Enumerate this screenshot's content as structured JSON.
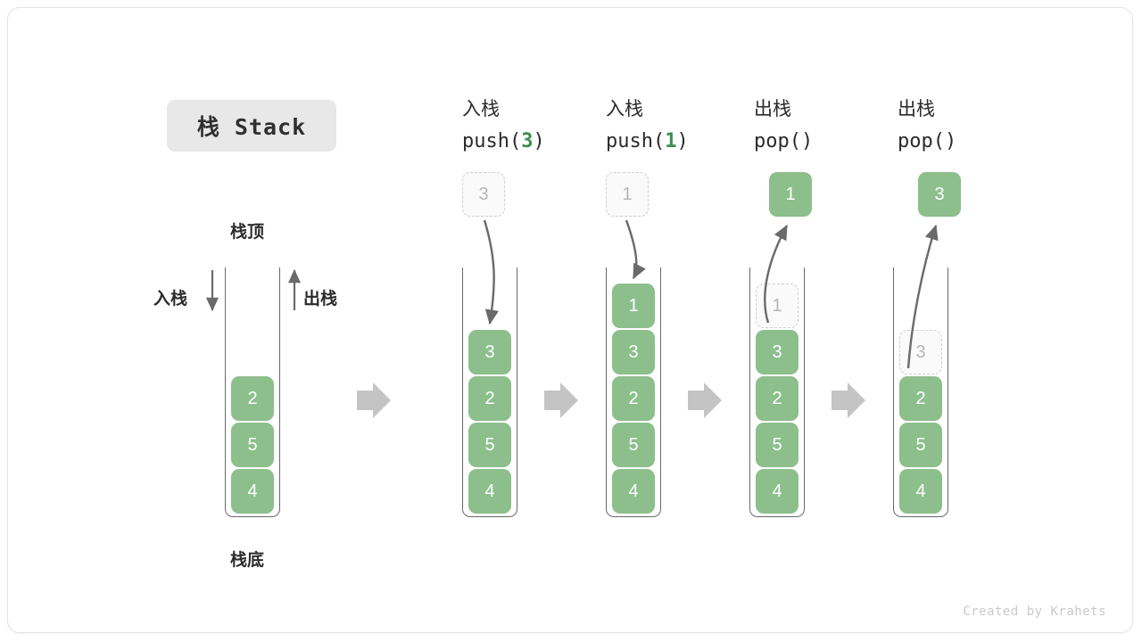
{
  "figure": {
    "title_badge": "栈 Stack",
    "watermark": "Created by Krahets",
    "accent_green": "#8cbf8c",
    "accent_green_text": "#3f8f4f",
    "ghost_gray": "#b6b6b6",
    "line_gray": "#6a6a6a",
    "chevron_gray": "#c4c4c4"
  },
  "base_stack": {
    "top_label": "栈顶",
    "bottom_label": "栈底",
    "push_label": "入栈",
    "pop_label": "出栈",
    "cells": [
      "2",
      "5",
      "4"
    ]
  },
  "steps": [
    {
      "head_cn": "入栈",
      "head_op_prefix": "push(",
      "head_op_arg": "3",
      "head_op_suffix": ")",
      "operation": "push",
      "float_box": {
        "value": "3",
        "style": "ghost"
      },
      "cells": [
        {
          "value": "3",
          "style": "filled"
        },
        {
          "value": "2",
          "style": "filled"
        },
        {
          "value": "5",
          "style": "filled"
        },
        {
          "value": "4",
          "style": "filled"
        }
      ]
    },
    {
      "head_cn": "入栈",
      "head_op_prefix": "push(",
      "head_op_arg": "1",
      "head_op_suffix": ")",
      "operation": "push",
      "float_box": {
        "value": "1",
        "style": "ghost"
      },
      "cells": [
        {
          "value": "1",
          "style": "filled"
        },
        {
          "value": "3",
          "style": "filled"
        },
        {
          "value": "2",
          "style": "filled"
        },
        {
          "value": "5",
          "style": "filled"
        },
        {
          "value": "4",
          "style": "filled"
        }
      ]
    },
    {
      "head_cn": "出栈",
      "head_op_prefix": "pop(",
      "head_op_arg": "",
      "head_op_suffix": ")",
      "operation": "pop",
      "float_box": {
        "value": "1",
        "style": "filled"
      },
      "cells": [
        {
          "value": "1",
          "style": "ghost"
        },
        {
          "value": "3",
          "style": "filled"
        },
        {
          "value": "2",
          "style": "filled"
        },
        {
          "value": "5",
          "style": "filled"
        },
        {
          "value": "4",
          "style": "filled"
        }
      ]
    },
    {
      "head_cn": "出栈",
      "head_op_prefix": "pop(",
      "head_op_arg": "",
      "head_op_suffix": ")",
      "operation": "pop",
      "float_box": {
        "value": "3",
        "style": "filled"
      },
      "cells": [
        {
          "value": "3",
          "style": "ghost"
        },
        {
          "value": "2",
          "style": "filled"
        },
        {
          "value": "5",
          "style": "filled"
        },
        {
          "value": "4",
          "style": "filled"
        }
      ]
    }
  ]
}
